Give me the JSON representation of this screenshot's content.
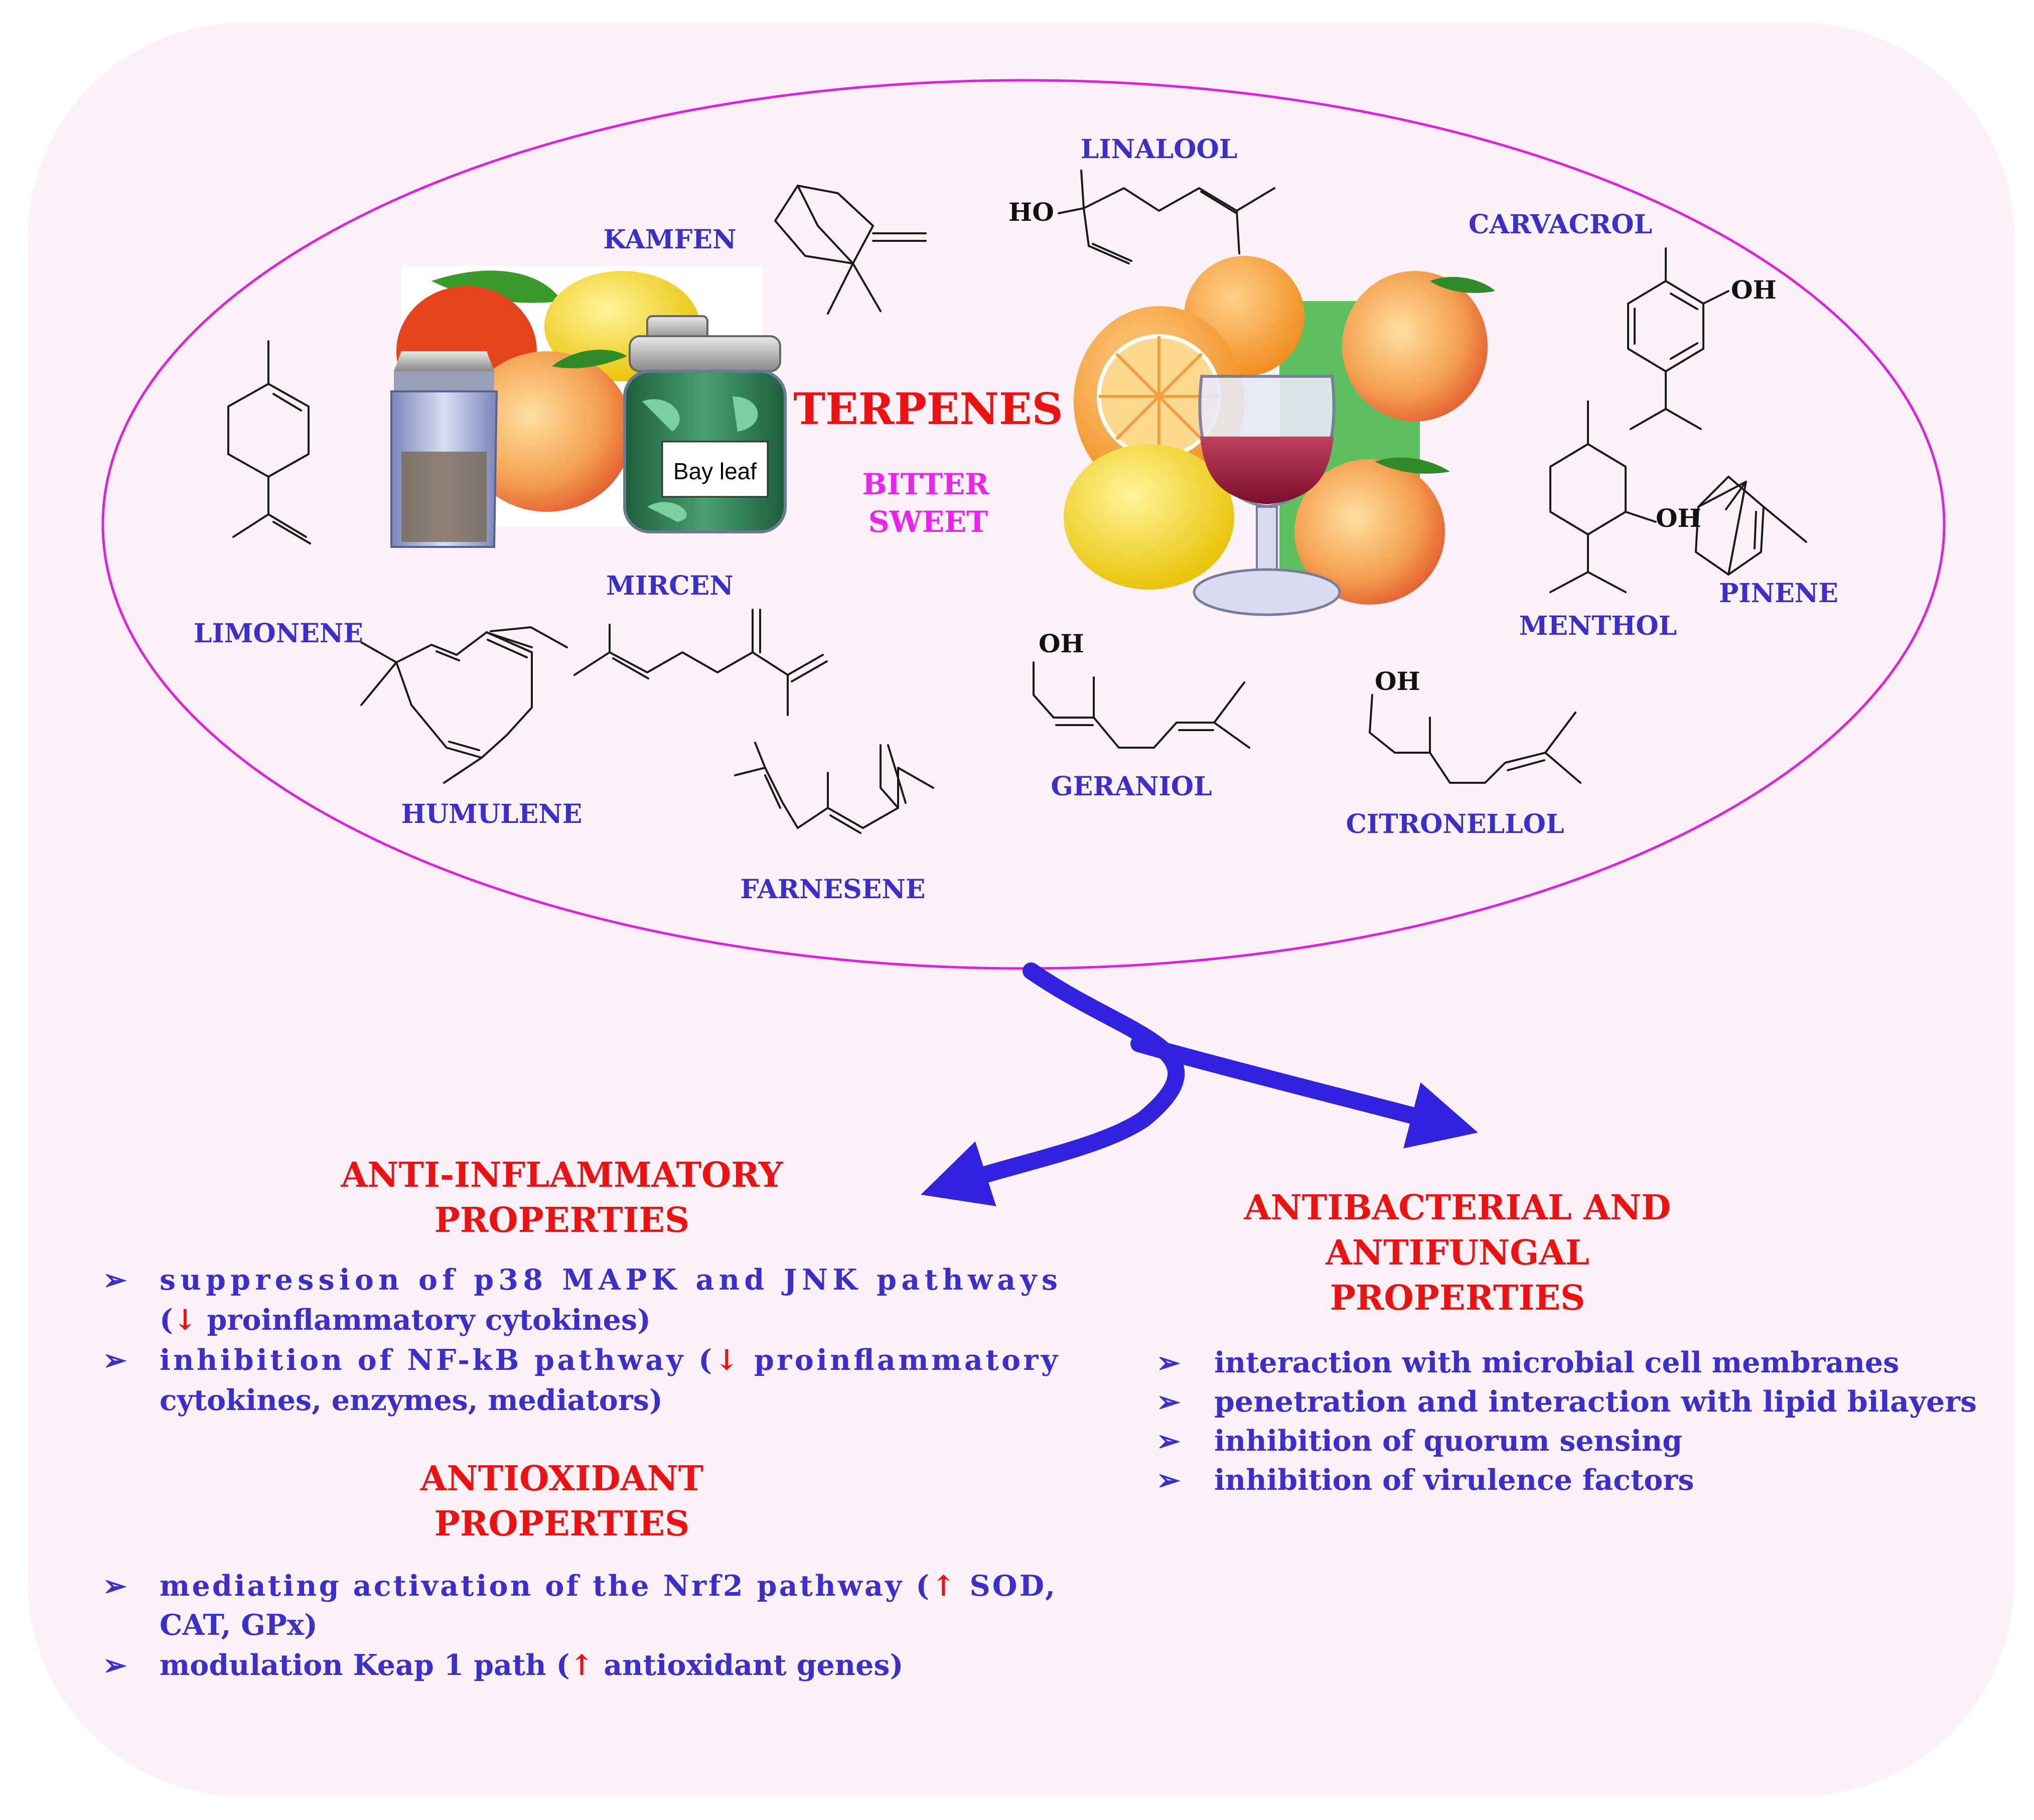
{
  "title": "TERPENES",
  "taste": [
    "BITTER",
    "SWEET"
  ],
  "bay_leaf_label": "Bay leaf",
  "compounds": {
    "kamfen": "KAMFEN",
    "linalool": "LINALOOL",
    "carvacrol": "CARVACROL",
    "limonene": "LIMONENE",
    "mircen": "MIRCEN",
    "menthol": "MENTHOL",
    "pinene": "PINENE",
    "humulene": "HUMULENE",
    "geraniol": "GERANIOL",
    "citronellol": "CITRONELLOL",
    "farnesene": "FARNESENE"
  },
  "groups": {
    "ho": "HO",
    "oh": "OH"
  },
  "anti_inflammatory": {
    "heading": [
      "ANTI-INFLAMMATORY",
      "PROPERTIES"
    ],
    "items": [
      [
        "suppression of p38 MAPK and JNK pathways",
        "(↓ proinflammatory cytokines)"
      ],
      [
        "inhibition of NF-kB pathway (↓ proinflammatory",
        "cytokines, enzymes, mediators)"
      ]
    ]
  },
  "antioxidant": {
    "heading": [
      "ANTIOXIDANT",
      "PROPERTIES"
    ],
    "items": [
      [
        "mediating activation of the Nrf2 pathway (↑ SOD,",
        "CAT, GPx)"
      ],
      [
        "modulation Keap 1 path (↑ antioxidant genes)"
      ]
    ]
  },
  "antibacterial": {
    "heading": [
      "ANTIBACTERIAL AND",
      "ANTIFUNGAL",
      "PROPERTIES"
    ],
    "items": [
      [
        "interaction with microbial cell membranes"
      ],
      [
        "penetration and interaction with lipid bilayers"
      ],
      [
        "inhibition of quorum sensing"
      ],
      [
        "inhibition of virulence factors"
      ]
    ]
  },
  "bullet": "➢",
  "colors": {
    "background_panel": "#fdf1f8",
    "ellipse_stroke": "#e020e0",
    "heading": "#ee1111",
    "taste": "#ee22ee",
    "compound_label": "#3a2fcc",
    "bullet_text": "#3a2fcc",
    "arrow": "#3322dd",
    "up_down_arrow": "#ee1111"
  }
}
